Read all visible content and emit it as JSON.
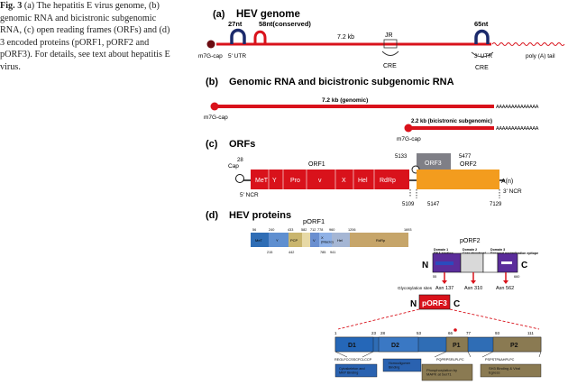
{
  "panel_a": {
    "letter": "(a)",
    "title": "HEV genome",
    "nt27": "27nt",
    "nt58": "58nt(conserved)",
    "length": "7.2 kb",
    "jr": "JR",
    "cre_mid": "CRE",
    "nt65": "65nt",
    "cap": "m7G-cap",
    "utr5": "5' UTR",
    "utr3": "3' UTR",
    "cre_right": "CRE",
    "polya": "poly (A) tail"
  },
  "panel_b": {
    "letter": "(b)",
    "title": "Genomic RNA and  bicistronic subgenomic RNA",
    "genomic": "7.2 kb (genomic)",
    "cap1": "m7G-cap",
    "subgenomic": "2.2 kb (bicistronic subgenomic)",
    "cap2": "m7G-cap",
    "tail": "AAAAAAAAAAAAAA"
  },
  "panel_c": {
    "letter": "(c)",
    "title": "ORFs",
    "orf1": "ORF1",
    "orf2": "ORF2",
    "orf3": "ORF3",
    "cap": "Cap",
    "n28": "28",
    "ncr5": "5' NCR",
    "ncr3": "3' NCR",
    "an": "A(n)",
    "n5133": "5133",
    "n5477": "5477",
    "n5109": "5109",
    "n5147": "5147",
    "n7129": "7129",
    "domains": [
      "MeT",
      "Y",
      "Pro",
      "v",
      "X",
      "Hel",
      "RdRp"
    ]
  },
  "panel_d": {
    "letter": "(d)",
    "title": "HEV proteins",
    "porf1": "pORF1",
    "porf2": "pORF2",
    "porf3": "pORF3",
    "porf1_top_numbers": [
      "56",
      "240",
      "433",
      "582",
      "712",
      "778",
      "960",
      "1206",
      "1693"
    ],
    "porf1_bottom_numbers": [
      "215",
      "442",
      "785",
      "941"
    ],
    "porf1_domains": [
      "MeT",
      "Y",
      "PCP",
      "V",
      "X\n(Macro)",
      "Hel",
      "RdRp"
    ],
    "porf2_n": "N",
    "porf2_c": "C",
    "porf2_start": "55",
    "porf2_end": "660",
    "porf2_domain_labels": [
      "Domain 1\nRNA binding",
      "Domain 2\nCore structural",
      "Domain 3\nExposed neutralization epitope"
    ],
    "glyco_label": "Glycosylation sites",
    "glyco_sites": [
      "Asn 137",
      "Asn 310",
      "Asn 562"
    ],
    "porf3_n": "N",
    "porf3_c": "C",
    "porf3_numbers": [
      "1",
      "23",
      "28",
      "53",
      "66",
      "77",
      "93",
      "111"
    ],
    "porf3_domains": [
      "D1",
      "D2",
      "P1",
      "P2"
    ],
    "seq1": "REGLFCCSSCFCLCCP",
    "seq2": "PQPRPSRLPLPC",
    "seq3": "PSPSTPAAHPLPC",
    "box1": "Cytoskeleton and\nMKP Binding",
    "box2": "Homooligomer\nBinding",
    "box3": "Phosphorylation by\nMAPK at Ser71",
    "box4": "SH3 Binding & Viral\nEgress"
  },
  "caption": {
    "label": "Fig. 3",
    "text": " (a) The hepatitis E virus genome, (b) genomic RNA and bicistronic subgenomic RNA, (c) open reading frames (ORFs) and (d) 3 encoded proteins (pORF1, pORF2 and pORF3). For details, see text about hepatitis E virus."
  },
  "colors": {
    "red": "#d9121b",
    "navy": "#1b2a6b",
    "orange": "#f39c1e",
    "gray": "#7f7f86",
    "blue": "#2f6db5",
    "purple": "#5b2d9b",
    "olive": "#8a7a52"
  }
}
